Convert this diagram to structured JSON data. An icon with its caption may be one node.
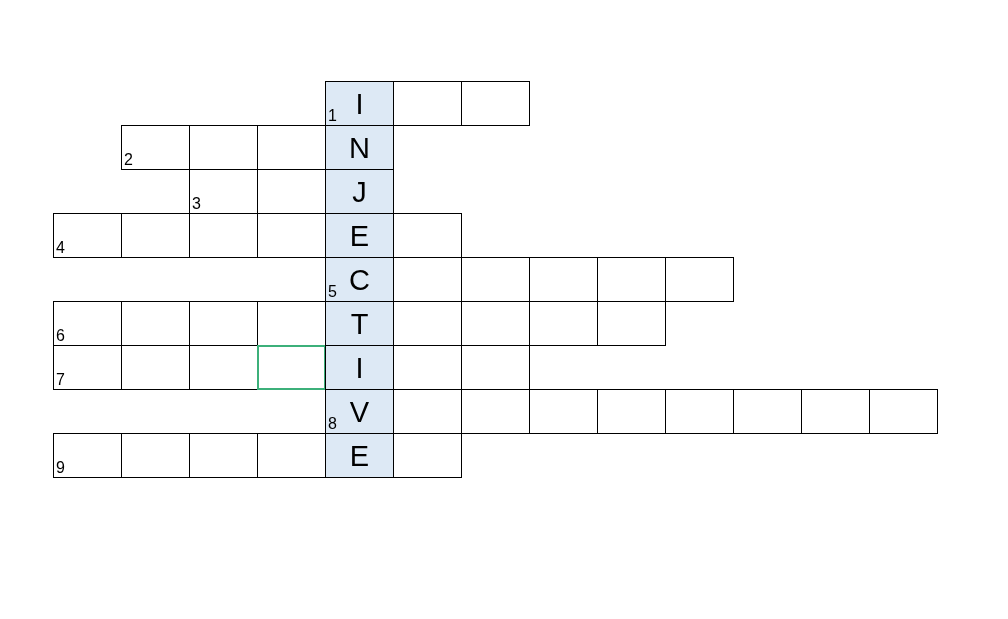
{
  "diagram": {
    "labels": [
      "1",
      "I",
      "2",
      "N",
      "3",
      "J",
      "4",
      "E",
      "5",
      "C",
      "6",
      "T",
      "7",
      "I",
      "8",
      "V",
      "9",
      "E"
    ]
  }
}
